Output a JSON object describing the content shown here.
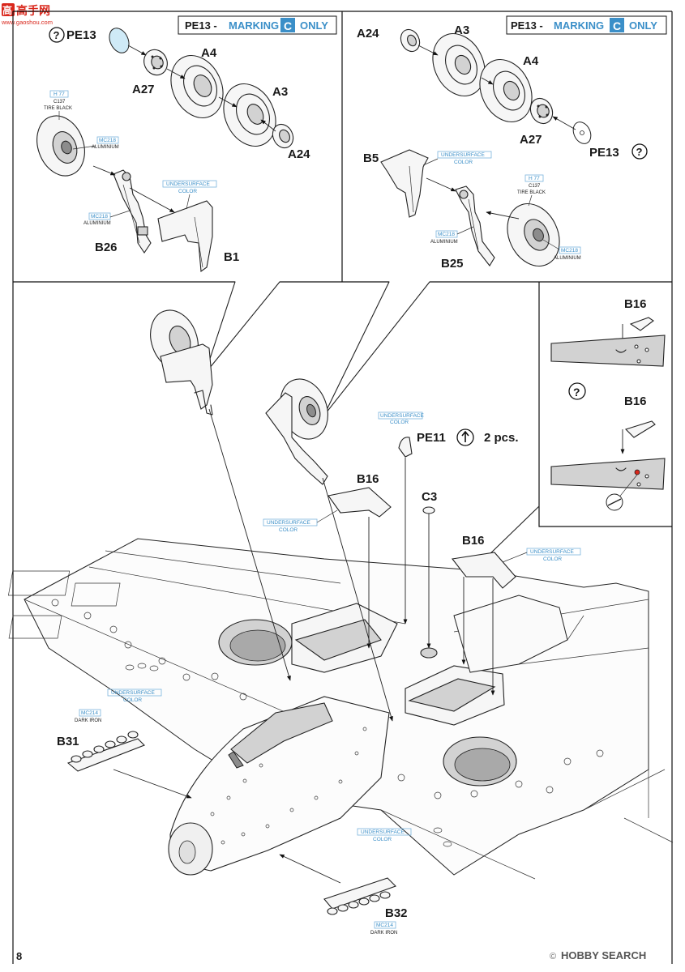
{
  "watermark_top": {
    "logo_text": "高手网",
    "url": "www.gaoshou.com"
  },
  "watermark_bottom": {
    "copyright": "©",
    "brand": "HOBBY SEARCH"
  },
  "page_number": "8",
  "colors": {
    "label_blue": "#3b8fc8",
    "marking_badge": "#3b8fc8",
    "brand_red": "#d9271c"
  },
  "panels": {
    "left": {
      "marking_prefix": "PE13 - ",
      "marking_word": "MARKING",
      "marking_letter": "C",
      "marking_suffix": "ONLY",
      "parts": {
        "pe13": "PE13",
        "a4": "A4",
        "a27": "A27",
        "a3": "A3",
        "a24": "A24",
        "b26": "B26",
        "b1": "B1"
      },
      "paint_tire_h": "H 77",
      "paint_tire_c": "C137",
      "paint_tire_name": "TIRE BLACK",
      "paint_hub_code": "MC218",
      "paint_hub_name": "ALUMINIUM",
      "paint_leg_code": "MC218",
      "paint_leg_name": "ALUMINIUM",
      "paint_door_1": "UNDERSURFACE",
      "paint_door_2": "COLOR"
    },
    "right": {
      "marking_prefix": "PE13 - ",
      "marking_word": "MARKING",
      "marking_letter": "C",
      "marking_suffix": "ONLY",
      "parts": {
        "a24": "A24",
        "a3": "A3",
        "a4": "A4",
        "a27": "A27",
        "pe13": "PE13",
        "b5": "B5",
        "b25": "B25"
      },
      "paint_door_1": "UNDERSURFACE",
      "paint_door_2": "COLOR",
      "paint_tire_h": "H 77",
      "paint_tire_c": "C137",
      "paint_tire_name": "TIRE BLACK",
      "paint_leg_code": "MC218",
      "paint_leg_name": "ALUMINIUM",
      "paint_hub_code": "MC218",
      "paint_hub_name": "ALUMINIUM"
    },
    "inset": {
      "top_label": "B16",
      "bottom_label": "B16"
    }
  },
  "main": {
    "pe11": "PE11",
    "pe11_qty": "2 pcs.",
    "b16_left": "B16",
    "b16_right": "B16",
    "c3": "C3",
    "b31": "B31",
    "b32": "B32",
    "paint_pe11_1": "UNDERSURFACE",
    "paint_pe11_2": "COLOR",
    "paint_b16l_1": "UNDERSURFACE",
    "paint_b16l_2": "COLOR",
    "paint_b16r_1": "UNDERSURFACE",
    "paint_b16r_2": "COLOR",
    "paint_wing_1": "UNDERSURFACE",
    "paint_wing_2": "COLOR",
    "paint_fus_1": "UNDERSURFACE",
    "paint_fus_2": "COLOR",
    "paint_b31_code": "MC214",
    "paint_b31_name": "DARK IRON",
    "paint_b32_code": "MC214",
    "paint_b32_name": "DARK IRON"
  }
}
